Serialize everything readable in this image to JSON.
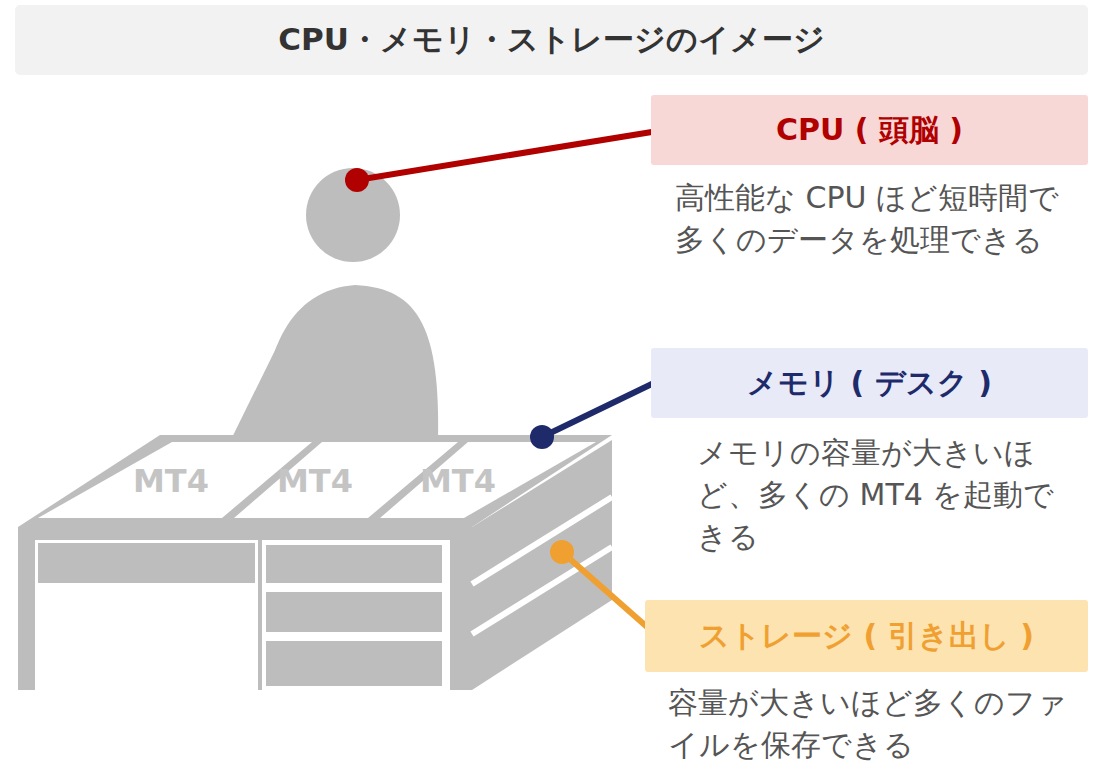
{
  "diagram": {
    "title": "CPU・メモリ・ストレージのイメージ",
    "nodes": [
      {
        "text": [
          "CPU ( 頭脳 )",
          "高性能な CPU ほど短時間で多くのデータを処理できる"
        ]
      },
      {
        "text": [
          "メモリ ( デスク )",
          "メモリの容量が大きいほど、多くの MT4 を起動できる"
        ]
      },
      {
        "text": [
          "ストレージ ( 引き出し )",
          "容量が大きいほど多くのファイルを保存できる"
        ]
      }
    ],
    "labels": [
      "MT4",
      "MT4",
      "MT4"
    ]
  }
}
